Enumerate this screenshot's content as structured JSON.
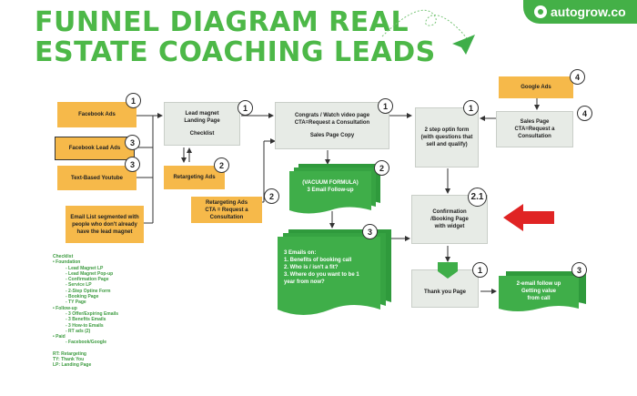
{
  "title": {
    "line1": "FUNNEL DIAGRAM REAL",
    "line2": "ESTATE COACHING LEADS"
  },
  "brand": {
    "name": "autogrow.co"
  },
  "colors": {
    "accent_green": "#4db848",
    "orange": "#f6b94a",
    "gray_box": "#e7ebe6",
    "red_arrow": "#e02424"
  },
  "boxes": {
    "facebook_ads": "Facebook Ads",
    "facebook_lead_ads": "Facebook Lead Ads",
    "text_based_youtube": "Text-Based Youtube",
    "email_list": "Email List segmented with people who don't already have the lead magnet",
    "lead_magnet_l1": "Lead magnet",
    "lead_magnet_l2": "Landing Page",
    "lead_magnet_l3": "Checklist",
    "retargeting_ads": "Retargeting Ads",
    "retargeting_ads_cta_l1": "Retargeting Ads",
    "retargeting_ads_cta_l2": "CTA = Request a Consultation",
    "congrats_l1": "Congrats / Watch video page",
    "congrats_l2": "CTA=Request a Consultation",
    "congrats_l3": "Sales Page Copy",
    "vacuum_l1": "(VACUUM FORMULA)",
    "vacuum_l2": "3 Email Follow-up",
    "emails_l1": "3 Emails on:",
    "emails_l2": "1. Benefits of booking call",
    "emails_l3": "2. Who is / isn't a fit?",
    "emails_l4": "3. Where do you want to be 1 year from now?",
    "two_step": "2 step optin form (with questions that sell and qualify)",
    "google_ads": "Google Ads",
    "sales_page_l1": "Sales Page",
    "sales_page_l2": "CTA=Request a Consultation",
    "confirmation_l1": "Confirmation",
    "confirmation_l2": "/Booking Page",
    "confirmation_l3": "with widget",
    "thank_you": "Thank you Page",
    "two_email_l1": "2-email follow up",
    "two_email_l2": "Getting value",
    "two_email_l3": "from call"
  },
  "numbers": {
    "n_fb_ads": "1",
    "n_lead_magnet": "1",
    "n_fb_lead": "3",
    "n_youtube": "3",
    "n_retargeting": "2",
    "n_retarget_cta": "2",
    "n_congrats": "1",
    "n_vacuum": "2",
    "n_emails": "3",
    "n_two_step": "1",
    "n_google": "4",
    "n_sales": "4",
    "n_confirmation": "2.1",
    "n_thank_you": "1",
    "n_two_email": "3"
  },
  "checklist": [
    "Checklist",
    "• Foundation",
    "    - Lead Magnet LP",
    "    - Lead Magnet Pop-up",
    "    - Confirmation Page",
    "    - Service LP",
    "    - 2-Step Optine Form",
    "    - Booking Page",
    "    - TY Page",
    "• Follow-up",
    "    - 3 Offer/Expiring Emails",
    "    - 3 Benefits Emails",
    "    - 3 How-to Emails",
    "    - RT ads (2)",
    "• Paid",
    "    - Facebook/Google",
    "",
    "RT: Retargeting",
    "TY: Thank You",
    "LP: Landing Page"
  ]
}
